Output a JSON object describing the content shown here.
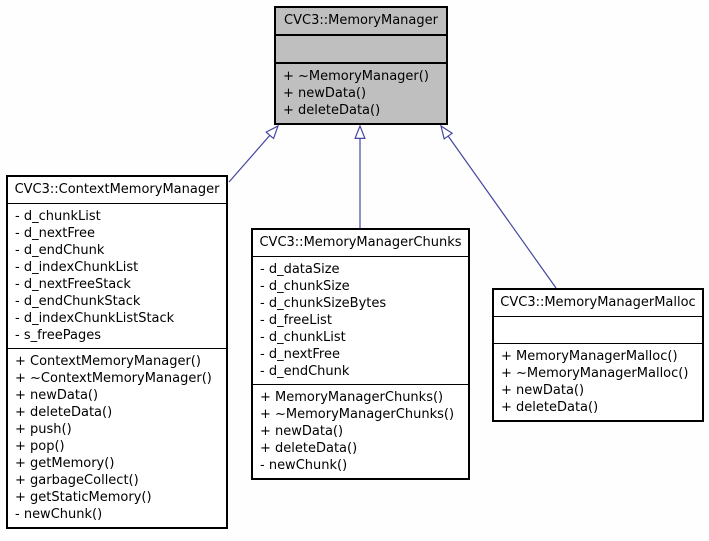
{
  "diagram": {
    "kind": "uml-class-inheritance",
    "background_color": "#fdfefd",
    "box_border_color": "#000000",
    "base_class_fill": "#bfbfbf",
    "derived_class_fill": "#ffffff",
    "edge_color": "#4646a0",
    "edge_type": "inheritance (hollow triangle arrowhead pointing to base class)"
  },
  "classes": {
    "memory_manager": {
      "title": "CVC3::MemoryManager",
      "attributes": [],
      "methods": [
        "+ ~MemoryManager()",
        "+ newData()",
        "+ deleteData()"
      ]
    },
    "context_memory_manager": {
      "title": "CVC3::ContextMemoryManager",
      "attributes": [
        "- d_chunkList",
        "- d_nextFree",
        "- d_endChunk",
        "- d_indexChunkList",
        "- d_nextFreeStack",
        "- d_endChunkStack",
        "- d_indexChunkListStack",
        "- s_freePages"
      ],
      "methods": [
        "+ ContextMemoryManager()",
        "+ ~ContextMemoryManager()",
        "+ newData()",
        "+ deleteData()",
        "+ push()",
        "+ pop()",
        "+ getMemory()",
        "+ garbageCollect()",
        "+ getStaticMemory()",
        "- newChunk()"
      ]
    },
    "memory_manager_chunks": {
      "title": "CVC3::MemoryManagerChunks",
      "attributes": [
        "- d_dataSize",
        "- d_chunkSize",
        "- d_chunkSizeBytes",
        "- d_freeList",
        "- d_chunkList",
        "- d_nextFree",
        "- d_endChunk"
      ],
      "methods": [
        "+ MemoryManagerChunks()",
        "+ ~MemoryManagerChunks()",
        "+ newData()",
        "+ deleteData()",
        "- newChunk()"
      ]
    },
    "memory_manager_malloc": {
      "title": "CVC3::MemoryManagerMalloc",
      "attributes": [],
      "methods": [
        "+ MemoryManagerMalloc()",
        "+ ~MemoryManagerMalloc()",
        "+ newData()",
        "+ deleteData()"
      ]
    }
  },
  "edges": [
    {
      "from": "CVC3::ContextMemoryManager",
      "to": "CVC3::MemoryManager",
      "type": "inheritance"
    },
    {
      "from": "CVC3::MemoryManagerChunks",
      "to": "CVC3::MemoryManager",
      "type": "inheritance"
    },
    {
      "from": "CVC3::MemoryManagerMalloc",
      "to": "CVC3::MemoryManager",
      "type": "inheritance"
    }
  ]
}
